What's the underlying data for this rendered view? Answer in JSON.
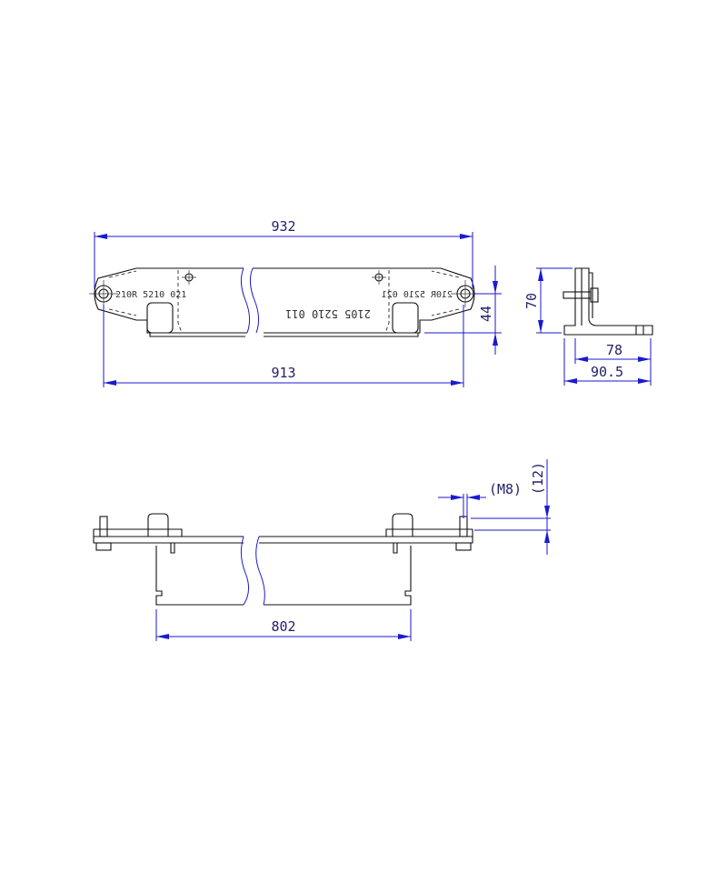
{
  "drawing": {
    "dimensions": {
      "overall_length": "932",
      "hole_spacing": "913",
      "height_44": "44",
      "side_height": "70",
      "side_base_78": "78",
      "side_base_90_5": "90.5",
      "thread": "(M8)",
      "bolt_projection": "(12)",
      "flange_length": "802"
    },
    "part_markings": {
      "left": "210R 5210 021",
      "right": "210R 5210 021",
      "center": "2105 5210 011"
    },
    "colors": {
      "outline": "#111111",
      "dimension": "#1a1ad0"
    }
  }
}
